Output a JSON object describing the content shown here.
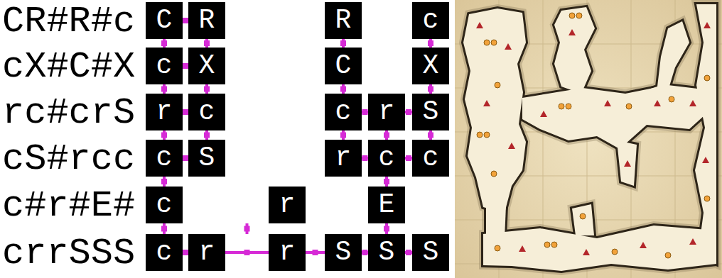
{
  "diagram": {
    "nodes": [
      {
        "text": [
          "C"
        ]
      },
      {
        "text": [
          "R"
        ]
      },
      {
        "text": [
          "R"
        ]
      },
      {
        "text": [
          "c"
        ]
      },
      {
        "text": [
          "c"
        ]
      },
      {
        "text": [
          "X"
        ]
      },
      {
        "text": [
          "C"
        ]
      },
      {
        "text": [
          "X"
        ]
      },
      {
        "text": [
          "r"
        ]
      },
      {
        "text": [
          "c"
        ]
      },
      {
        "text": [
          "c"
        ]
      },
      {
        "text": [
          "r"
        ]
      },
      {
        "text": [
          "S"
        ]
      },
      {
        "text": [
          "c"
        ]
      },
      {
        "text": [
          "S"
        ]
      },
      {
        "text": [
          "r"
        ]
      },
      {
        "text": [
          "c"
        ]
      },
      {
        "text": [
          "c"
        ]
      },
      {
        "text": [
          "c"
        ]
      },
      {
        "text": [
          "r"
        ]
      },
      {
        "text": [
          "E"
        ]
      },
      {
        "text": [
          "c"
        ]
      },
      {
        "text": [
          "r"
        ]
      },
      {
        "text": [
          "r"
        ]
      },
      {
        "text": [
          "S"
        ]
      },
      {
        "text": [
          "S"
        ]
      },
      {
        "text": [
          "S"
        ]
      }
    ],
    "edges": [
      {
        "from": 0,
        "to": 1,
        "arrow": "none"
      },
      {
        "from": 0,
        "to": 4,
        "arrow": "none"
      },
      {
        "from": 1,
        "to": 5,
        "arrow": "none"
      },
      {
        "from": 2,
        "to": 6,
        "arrow": "none"
      },
      {
        "from": 3,
        "to": 7,
        "arrow": "none"
      },
      {
        "from": 4,
        "to": 5,
        "arrow": "none"
      },
      {
        "from": 4,
        "to": 8,
        "arrow": "none"
      },
      {
        "from": 5,
        "to": 9,
        "arrow": "none"
      },
      {
        "from": 6,
        "to": 10,
        "arrow": "none"
      },
      {
        "from": 7,
        "to": 12,
        "arrow": "none"
      },
      {
        "from": 8,
        "to": 9,
        "arrow": "none"
      },
      {
        "from": 10,
        "to": 11,
        "arrow": "none"
      },
      {
        "from": 11,
        "to": 12,
        "arrow": "none"
      },
      {
        "from": 8,
        "to": 13,
        "arrow": "none"
      },
      {
        "from": 9,
        "to": 14,
        "arrow": "none"
      },
      {
        "from": 10,
        "to": 15,
        "arrow": "none"
      },
      {
        "from": 11,
        "to": 16,
        "arrow": "none"
      },
      {
        "from": 12,
        "to": 17,
        "arrow": "none"
      },
      {
        "from": 13,
        "to": 14,
        "arrow": "none"
      },
      {
        "from": 15,
        "to": 16,
        "arrow": "none"
      },
      {
        "from": 16,
        "to": 17,
        "arrow": "none"
      },
      {
        "from": 13,
        "to": 18,
        "arrow": "none"
      },
      {
        "from": 16,
        "to": 20,
        "arrow": "none"
      },
      {
        "from": 18,
        "to": 21,
        "arrow": "none"
      },
      {
        "from": 19,
        "to": 22,
        "arrow": "none"
      },
      {
        "from": 20,
        "to": 25,
        "arrow": "none"
      },
      {
        "from": 21,
        "to": 22,
        "arrow": "none"
      },
      {
        "from": 22,
        "to": 23,
        "arrow": "none"
      },
      {
        "from": 23,
        "to": 24,
        "arrow": "none"
      },
      {
        "from": 24,
        "to": 25,
        "arrow": "none"
      },
      {
        "from": 25,
        "to": 26,
        "arrow": "none"
      }
    ],
    "labels": [
      "CR#R#c",
      "cX#C#X",
      "rc#crS",
      "cS#rcc",
      "c#r#E#",
      "crrSSS"
    ]
  }
}
